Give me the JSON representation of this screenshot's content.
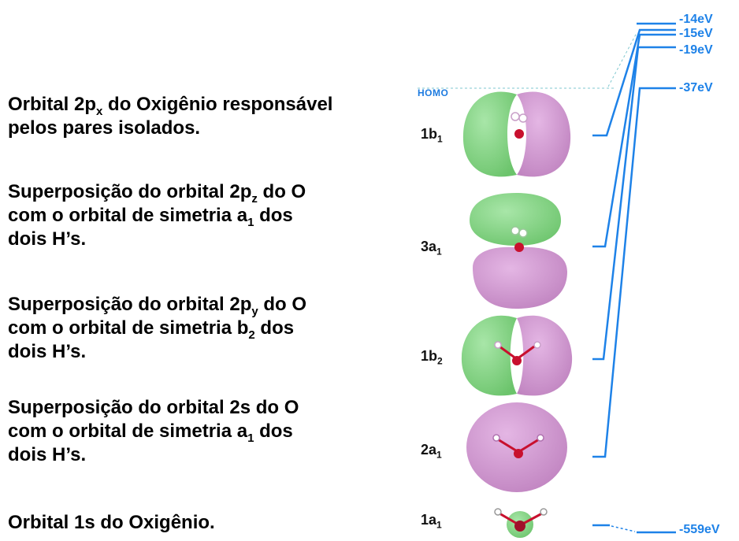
{
  "descriptions": [
    {
      "lines": [
        {
          "parts": [
            {
              "t": "Orbital 2p"
            },
            {
              "sub": "x"
            },
            {
              "t": " do Oxigênio responsável"
            }
          ]
        },
        {
          "parts": [
            {
              "t": "pelos pares isolados."
            }
          ]
        }
      ]
    },
    {
      "lines": [
        {
          "parts": [
            {
              "t": "Superposição do orbital 2p"
            },
            {
              "sub": "z"
            },
            {
              "t": " do O"
            }
          ]
        },
        {
          "parts": [
            {
              "t": "com o orbital de simetria a"
            },
            {
              "sub": "1"
            },
            {
              "t": " dos"
            }
          ]
        },
        {
          "parts": [
            {
              "t": "dois H’s."
            }
          ]
        }
      ]
    },
    {
      "lines": [
        {
          "parts": [
            {
              "t": "Superposição do orbital 2p"
            },
            {
              "sub": "y"
            },
            {
              "t": " do O"
            }
          ]
        },
        {
          "parts": [
            {
              "t": "com o orbital de simetria b"
            },
            {
              "sub": "2"
            },
            {
              "t": " dos"
            }
          ]
        },
        {
          "parts": [
            {
              "t": "dois H’s."
            }
          ]
        }
      ]
    },
    {
      "lines": [
        {
          "parts": [
            {
              "t": "Superposição do orbital 2s do O"
            }
          ]
        },
        {
          "parts": [
            {
              "t": "com o orbital de simetria a"
            },
            {
              "sub": "1"
            },
            {
              "t": " dos"
            }
          ]
        },
        {
          "parts": [
            {
              "t": "dois H’s."
            }
          ]
        }
      ]
    },
    {
      "lines": [
        {
          "parts": [
            {
              "t": "Orbital 1s do Oxigênio."
            }
          ]
        }
      ]
    }
  ],
  "homo_label": "HOMO",
  "orbital_labels": [
    {
      "main": "1b",
      "sub": "1"
    },
    {
      "main": "3a",
      "sub": "1"
    },
    {
      "main": "1b",
      "sub": "2"
    },
    {
      "main": "2a",
      "sub": "1"
    },
    {
      "main": "1a",
      "sub": "1"
    }
  ],
  "energy_levels": [
    {
      "label": "-14eV"
    },
    {
      "label": "-15eV"
    },
    {
      "label": "-19eV"
    },
    {
      "label": "-37eV"
    },
    {
      "label": "-559eV"
    }
  ],
  "colors": {
    "positive_lobe": "#86d786",
    "negative_lobe": "#d29ad2",
    "level_line": "#1e82e8",
    "oxygen": "#c8102e"
  }
}
